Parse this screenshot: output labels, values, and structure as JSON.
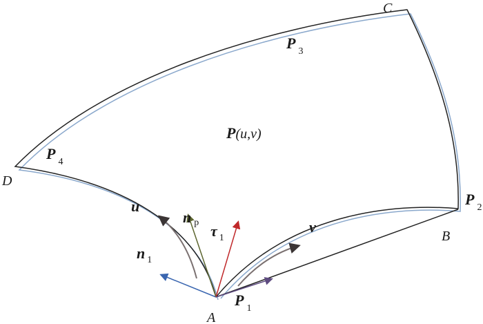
{
  "labels": {
    "A": "A",
    "B": "B",
    "C": "C",
    "D": "D",
    "P1": "P",
    "P1_sub": "1",
    "P2": "P",
    "P2_sub": "2",
    "P3": "P",
    "P3_sub": "3",
    "P4": "P",
    "P4_sub": "4",
    "Puv": "P",
    "Puv_args": "(u,v)",
    "u": "u",
    "v": "v",
    "n1": "n",
    "n1_sub": "1",
    "np": "n",
    "np_sub": "p",
    "tau1": "τ",
    "tau1_sub": "1"
  },
  "colors": {
    "n1": "#3a66b0",
    "np": "#5d6630",
    "tau1": "#c0282a",
    "P1": "#5e4b80",
    "edge": "#222222",
    "offset_edge": "#8aa8cc",
    "uv_arrow": "#3b3535"
  }
}
